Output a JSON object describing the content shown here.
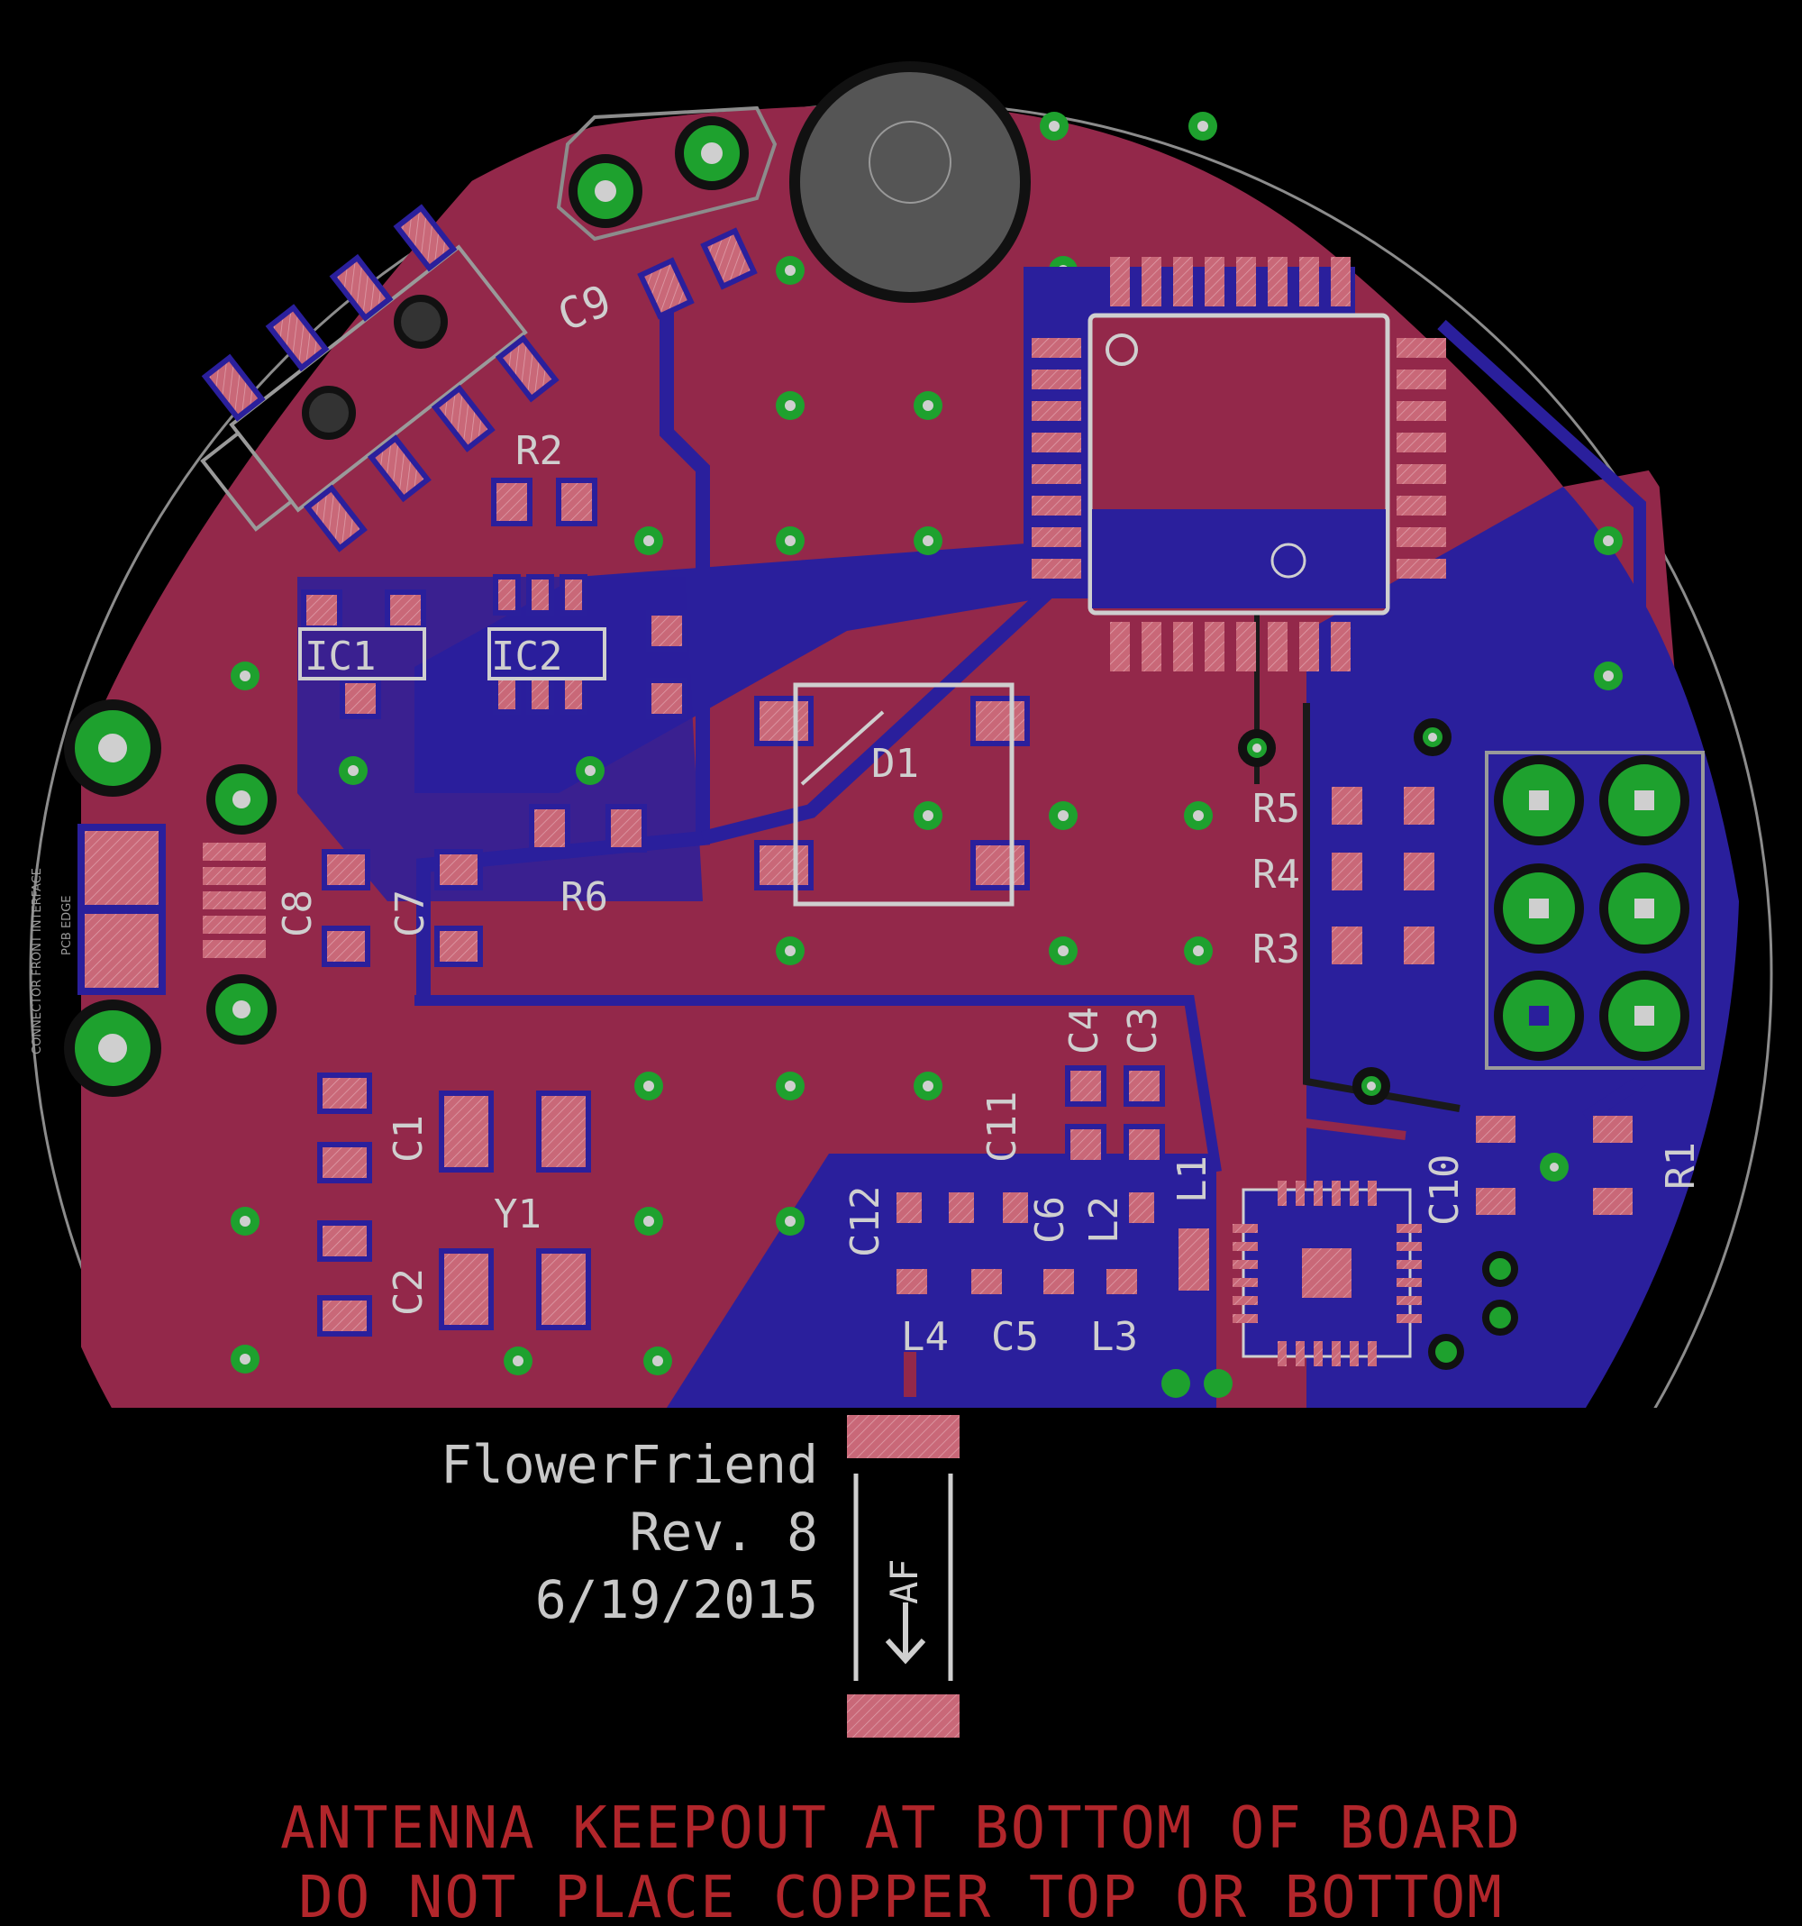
{
  "board": {
    "title": "FlowerFriend",
    "revision": "Rev. 8",
    "date": "6/19/2015",
    "antenna_marking": "AF",
    "keepout_notes": [
      "ANTENNA KEEPOUT AT BOTTOM OF BOARD",
      "DO NOT PLACE COPPER TOP OR BOTTOM"
    ],
    "edge_labels": {
      "pcb_edge": "PCB EDGE",
      "connector_interface": "CONNECTOR FRONT INTERFACE"
    }
  },
  "components": {
    "C9": "C9",
    "R2": "R2",
    "IC1": "IC1",
    "IC2": "IC2",
    "D1": "D1",
    "R6": "R6",
    "C8": "C8",
    "C7": "C7",
    "R5": "R5",
    "R4": "R4",
    "R3": "R3",
    "C4": "C4",
    "C3": "C3",
    "C11": "C11",
    "C1": "C1",
    "Y1": "Y1",
    "C2": "C2",
    "C12": "C12",
    "C6": "C6",
    "L2": "L2",
    "L1": "L1",
    "C10": "C10",
    "R1": "R1",
    "L4": "L4",
    "C5": "C5",
    "L3": "L3"
  },
  "colors": {
    "background": "#000000",
    "top_copper": "#93284a",
    "bottom_copper": "#2a1f9c",
    "pad": "#c96878",
    "via_pad": "#1ea12e",
    "silkscreen": "#cfcfcf",
    "warning_text": "#b1262b",
    "outline": "#8c8c8c"
  }
}
